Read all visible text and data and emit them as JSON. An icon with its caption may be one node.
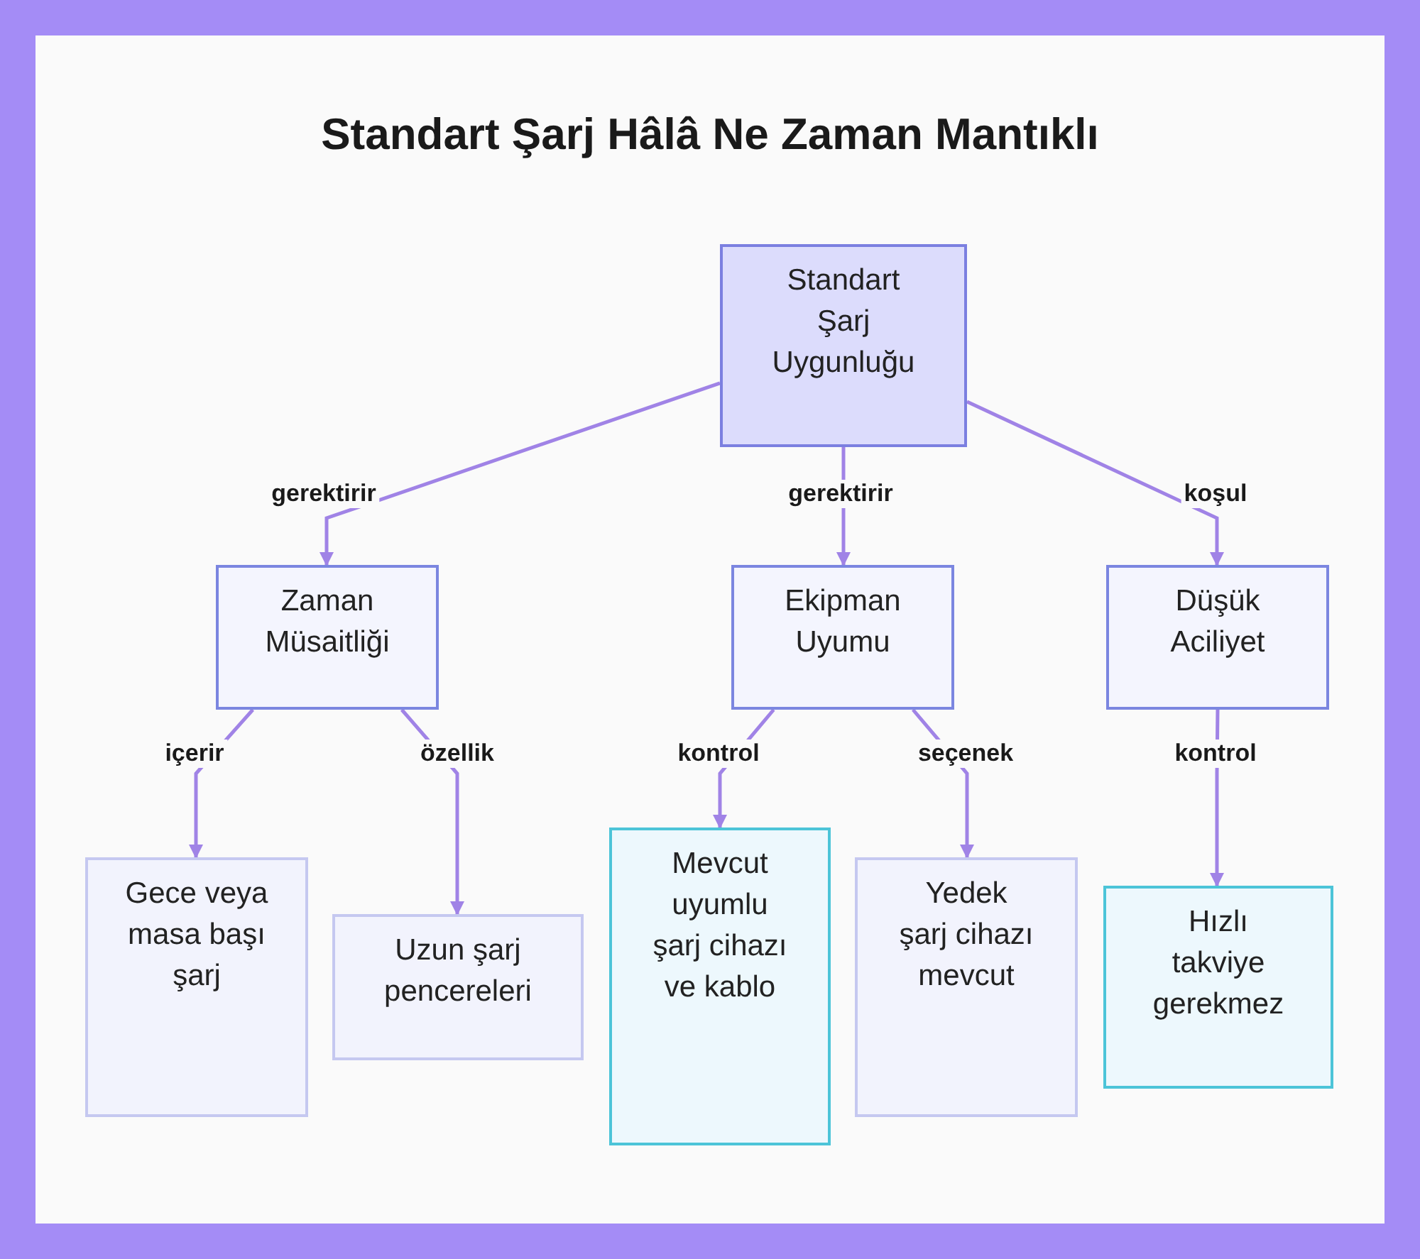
{
  "diagram": {
    "title": "Standart Şarj Hâlâ Ne Zaman Mantıklı",
    "nodes": [
      {
        "text": [
          "Standart Şarj Uygunluğu"
        ]
      },
      {
        "text": [
          "Zaman Müsaitliği"
        ]
      },
      {
        "text": [
          "Ekipman Uyumu"
        ]
      },
      {
        "text": [
          "Düşük Aciliyet"
        ]
      },
      {
        "text": [
          "Gece veya masa başı şarj"
        ]
      },
      {
        "text": [
          "Uzun şarj pencereleri"
        ]
      },
      {
        "text": [
          "Mevcut uyumlu şarj cihazı ve kablo"
        ]
      },
      {
        "text": [
          "Yedek şarj cihazı mevcut"
        ]
      },
      {
        "text": [
          "Hızlı takviye gerekmez"
        ]
      }
    ],
    "edges": [
      {
        "from": 0,
        "to": 1,
        "arrow": "to",
        "label": "gerektirir"
      },
      {
        "from": 0,
        "to": 2,
        "arrow": "to",
        "label": "gerektirir"
      },
      {
        "from": 0,
        "to": 3,
        "arrow": "to",
        "label": "koşul"
      },
      {
        "from": 1,
        "to": 4,
        "arrow": "to",
        "label": "içerir"
      },
      {
        "from": 1,
        "to": 5,
        "arrow": "to",
        "label": "özellik"
      },
      {
        "from": 2,
        "to": 6,
        "arrow": "to",
        "label": "kontrol"
      },
      {
        "from": 2,
        "to": 7,
        "arrow": "to",
        "label": "seçenek"
      },
      {
        "from": 3,
        "to": 8,
        "arrow": "to",
        "label": "kontrol"
      }
    ]
  }
}
